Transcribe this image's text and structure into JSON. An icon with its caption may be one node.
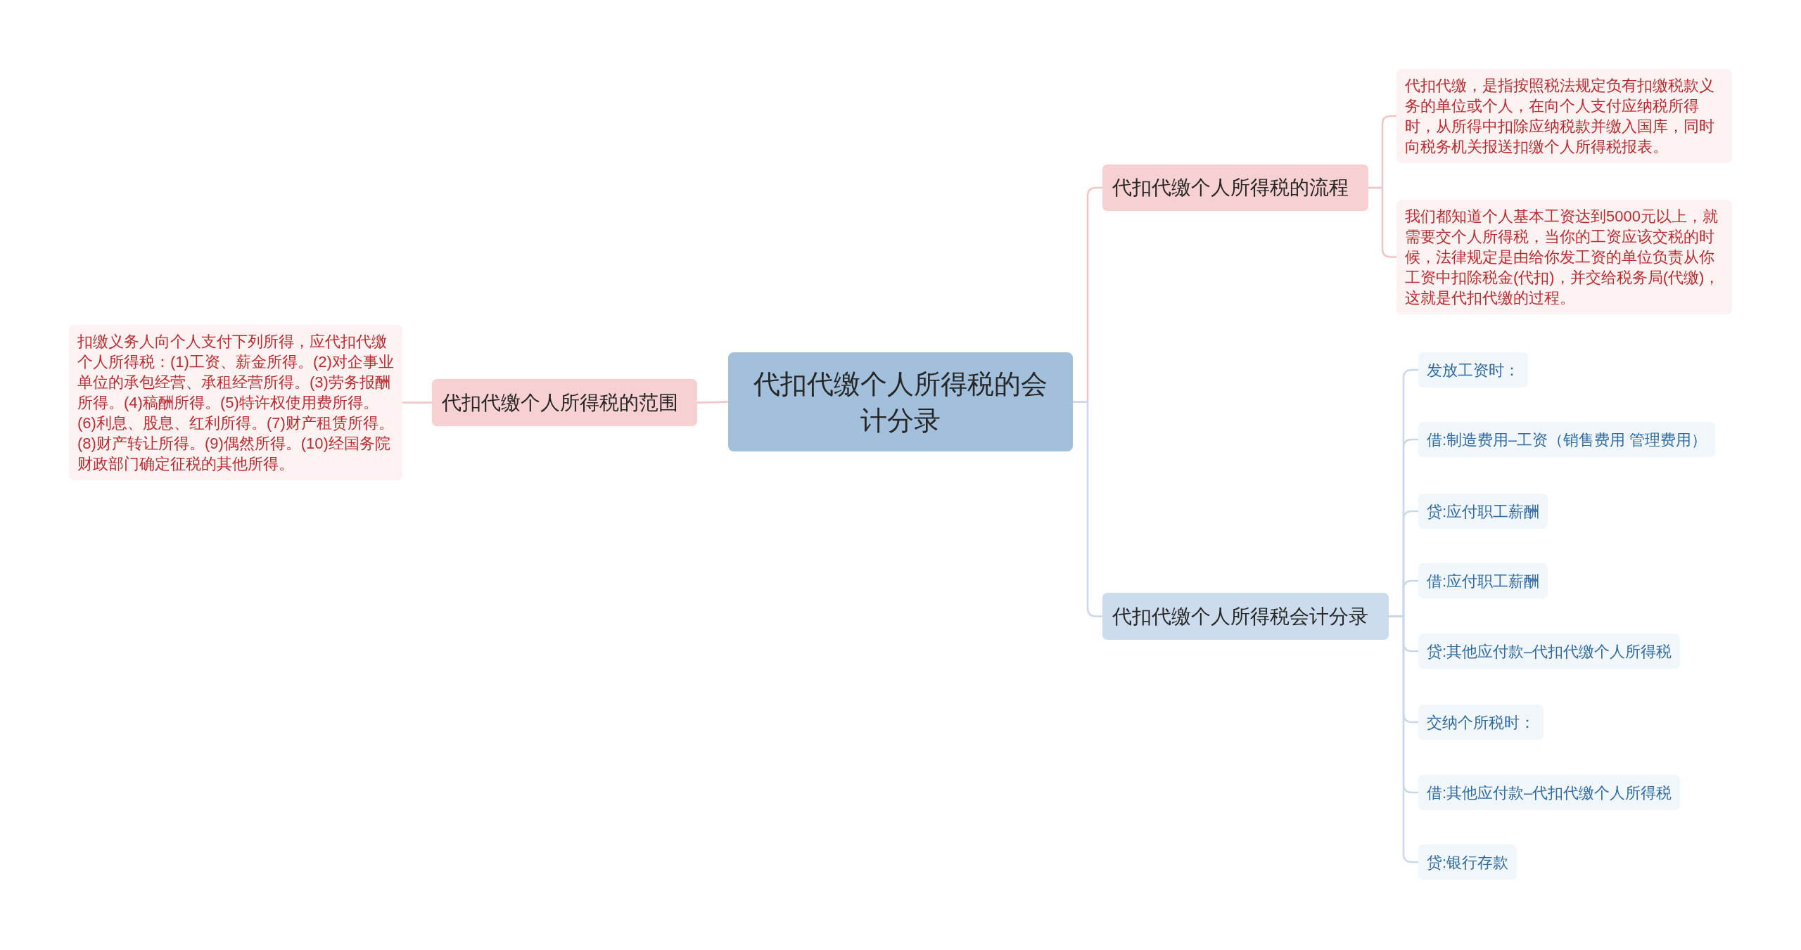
{
  "diagram": {
    "nodes": [
      {
        "text": [
          "代扣代缴个人所得税的会计分录"
        ]
      },
      {
        "text": [
          "代扣代缴个人所得税的范围"
        ]
      },
      {
        "text": [
          "扣缴义务人向个人支付下列所得，应代扣代缴个人所得税：(1)工资、薪金所得。(2)对企事业单位的承包经营、承租经营所得。(3)劳务报酬所得。(4)稿酬所得。(5)特许权使用费所得。(6)利息、股息、红利所得。(7)财产租赁所得。(8)财产转让所得。(9)偶然所得。(10)经国务院财政部门确定征税的其他所得。"
        ]
      },
      {
        "text": [
          "代扣代缴个人所得税的流程"
        ]
      },
      {
        "text": [
          "代扣代缴，是指按照税法规定负有扣缴税款义务的单位或个人，在向个人支付应纳税所得时，从所得中扣除应纳税款并缴入国库，同时向税务机关报送扣缴个人所得税报表。"
        ]
      },
      {
        "text": [
          "我们都知道个人基本工资达到5000元以上，就需要交个人所得税，当你的工资应该交税的时候，法律规定是由给你发工资的单位负责从你工资中扣除税金(代扣)，并交给税务局(代缴)，这就是代扣代缴的过程。"
        ]
      },
      {
        "text": [
          "代扣代缴个人所得税会计分录"
        ]
      },
      {
        "text": [
          "发放工资时："
        ]
      },
      {
        "text": [
          "借:制造费用–工资（销售费用 管理费用）"
        ]
      },
      {
        "text": [
          "贷:应付职工薪酬"
        ]
      },
      {
        "text": [
          "借:应付职工薪酬"
        ]
      },
      {
        "text": [
          "贷:其他应付款–代扣代缴个人所得税"
        ]
      },
      {
        "text": [
          "交纳个所税时："
        ]
      },
      {
        "text": [
          "借:其他应付款–代扣代缴个人所得税"
        ]
      },
      {
        "text": [
          "贷:银行存款"
        ]
      }
    ],
    "edges": [
      {
        "from": 0,
        "to": 1,
        "arrow": "none",
        "color": "#f3c3c5"
      },
      {
        "from": 1,
        "to": 2,
        "arrow": "none",
        "color": "#f3c3c5"
      },
      {
        "from": 0,
        "to": 3,
        "arrow": "none",
        "color": "#f3c3c5"
      },
      {
        "from": 3,
        "to": 4,
        "arrow": "none",
        "color": "#f3c3c5"
      },
      {
        "from": 3,
        "to": 5,
        "arrow": "none",
        "color": "#f3c3c5"
      },
      {
        "from": 0,
        "to": 6,
        "arrow": "none"
      },
      {
        "from": 6,
        "to": 7,
        "arrow": "none"
      },
      {
        "from": 6,
        "to": 8,
        "arrow": "none"
      },
      {
        "from": 6,
        "to": 9,
        "arrow": "none"
      },
      {
        "from": 6,
        "to": 10,
        "arrow": "none"
      },
      {
        "from": 6,
        "to": 11,
        "arrow": "none"
      },
      {
        "from": 6,
        "to": 12,
        "arrow": "none"
      },
      {
        "from": 6,
        "to": 13,
        "arrow": "none"
      },
      {
        "from": 6,
        "to": 14,
        "arrow": "none"
      }
    ]
  }
}
